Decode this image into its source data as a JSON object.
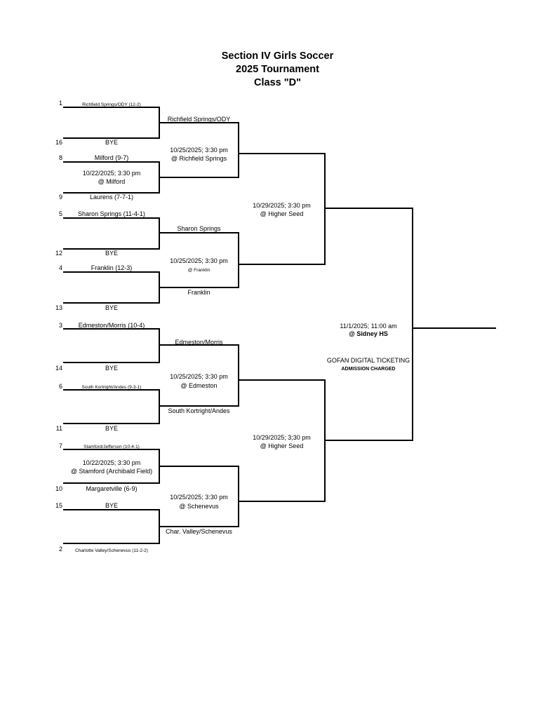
{
  "title": {
    "line1": "Section IV Girls Soccer",
    "line2": "2025 Tournament",
    "line3": "Class \"D\""
  },
  "round1": [
    {
      "seed": "1",
      "team": "Richfield Springs/ODY (12-2)"
    },
    {
      "seed": "16",
      "team": "BYE"
    },
    {
      "seed": "8",
      "team": "Milford (9-7)"
    },
    {
      "seed": "9",
      "team": "Laurens (7-7-1)"
    },
    {
      "seed": "5",
      "team": "Sharon Springs (11-4-1)"
    },
    {
      "seed": "12",
      "team": "BYE"
    },
    {
      "seed": "4",
      "team": "Franklin (12-3)"
    },
    {
      "seed": "13",
      "team": "BYE"
    },
    {
      "seed": "3",
      "team": "Edmeston/Morris (10-4)"
    },
    {
      "seed": "14",
      "team": "BYE"
    },
    {
      "seed": "6",
      "team": "South Kortright/Andes (9-3-1)"
    },
    {
      "seed": "11",
      "team": "BYE"
    },
    {
      "seed": "7",
      "team": "Stamford/Jefferson (10-4-1)"
    },
    {
      "seed": "10",
      "team": "Margaretville (6-9)"
    },
    {
      "seed": "15",
      "team": "BYE"
    },
    {
      "seed": "2",
      "team": "Charlotte Valley/Schenevus (11-2-2)"
    }
  ],
  "round1_games": [
    {
      "date": "10/22/2025; 3:30 pm",
      "site": "@ Milford"
    },
    {
      "date": "10/22/2025; 3:30 pm",
      "site": "@ Stamford (Archibald Field)"
    }
  ],
  "round2": [
    {
      "team": "Richfield Springs/ODY"
    },
    {
      "team": ""
    },
    {
      "team": "Sharon Springs"
    },
    {
      "team": "Franklin"
    },
    {
      "team": "Edmeston/Morris"
    },
    {
      "team": "South Kortright/Andes"
    },
    {
      "team": ""
    },
    {
      "team": "Char. Valley/Schenevus"
    }
  ],
  "quarterfinal_games": [
    {
      "date": "10/25/2025; 3:30 pm",
      "site": "@ Richfield Springs"
    },
    {
      "date": "10/25/2025; 3:30 pm",
      "site": "@ Franklin"
    },
    {
      "date": "10/25/2025; 3:30 pm",
      "site": "@ Edmeston"
    },
    {
      "date": "10/25/2025; 3:30 pm",
      "site": "@ Schenevus"
    }
  ],
  "semifinal_games": [
    {
      "date": "10/29/2025; 3:30 pm",
      "site": "@ Higher Seed"
    },
    {
      "date": "10/29/2025; 3;30 pm",
      "site": "@ Higher Seed"
    }
  ],
  "final_game": {
    "date": "11/1/2025; 11:00 am",
    "site": "@ Sidney HS",
    "ticketing": "GOFAN DIGITAL TICKETING",
    "admission": "ADMISSION CHARGED"
  }
}
